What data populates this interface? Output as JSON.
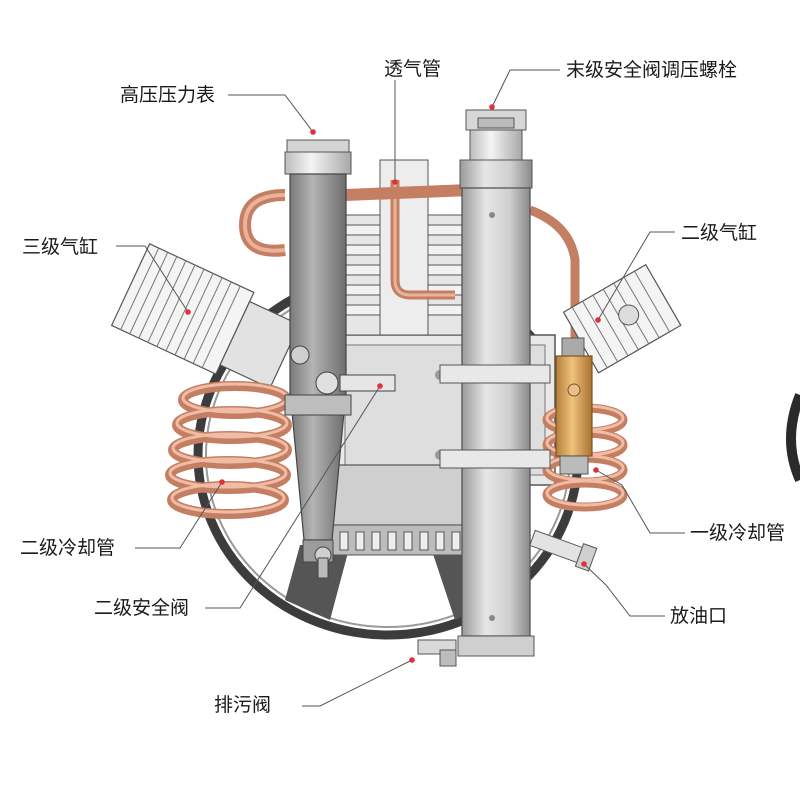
{
  "diagram": {
    "labels": {
      "high_pressure_gauge": "高压压力表",
      "breather_pipe": "透气管",
      "final_safety_valve_bolt": "末级安全阀调压螺栓",
      "third_stage_cylinder": "三级气缸",
      "second_stage_cylinder": "二级气缸",
      "second_stage_cooling_pipe": "二级冷却管",
      "first_stage_cooling_pipe": "一级冷却管",
      "second_stage_safety_valve": "二级安全阀",
      "oil_drain_port": "放油口",
      "blowdown_valve": "排污阀"
    },
    "colors": {
      "copper": "#d99a7e",
      "copper_dark": "#b8745a",
      "steel": "#c8c8c8",
      "steel_dark": "#8c8c8c",
      "frame": "#4a4a4a",
      "brass": "#d9a35a",
      "leader": "#555555",
      "dot": "#e0303a"
    }
  }
}
